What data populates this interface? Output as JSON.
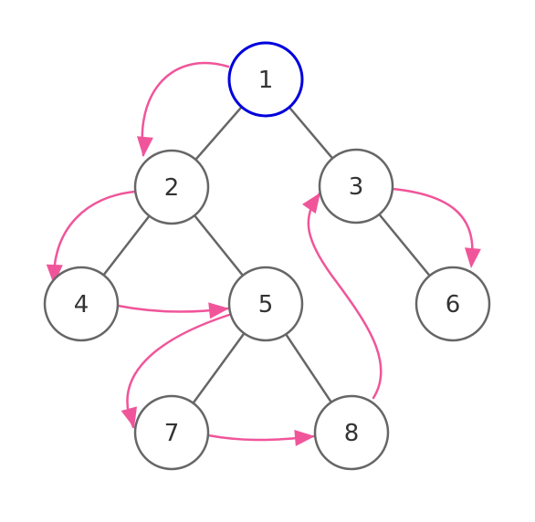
{
  "colors": {
    "background": "#ffffff",
    "tree_edge": "#666666",
    "node_stroke": "#666666",
    "root_stroke": "#0000dd",
    "node_fill": "#ffffff",
    "label": "#333333",
    "traversal": "#f0559a"
  },
  "nodes": [
    {
      "id": "1",
      "label": "1",
      "highlight": true
    },
    {
      "id": "2",
      "label": "2",
      "highlight": false
    },
    {
      "id": "3",
      "label": "3",
      "highlight": false
    },
    {
      "id": "4",
      "label": "4",
      "highlight": false
    },
    {
      "id": "5",
      "label": "5",
      "highlight": false
    },
    {
      "id": "6",
      "label": "6",
      "highlight": false
    },
    {
      "id": "7",
      "label": "7",
      "highlight": false
    },
    {
      "id": "8",
      "label": "8",
      "highlight": false
    }
  ],
  "tree_edges": [
    {
      "from": "1",
      "to": "2"
    },
    {
      "from": "1",
      "to": "3"
    },
    {
      "from": "2",
      "to": "4"
    },
    {
      "from": "2",
      "to": "5"
    },
    {
      "from": "3",
      "to": "6"
    },
    {
      "from": "5",
      "to": "7"
    },
    {
      "from": "5",
      "to": "8"
    }
  ],
  "traversal_arrows": [
    {
      "from": "1",
      "to": "2"
    },
    {
      "from": "2",
      "to": "4"
    },
    {
      "from": "4",
      "to": "5"
    },
    {
      "from": "5",
      "to": "7"
    },
    {
      "from": "7",
      "to": "8"
    },
    {
      "from": "8",
      "to": "3"
    },
    {
      "from": "3",
      "to": "6"
    }
  ]
}
